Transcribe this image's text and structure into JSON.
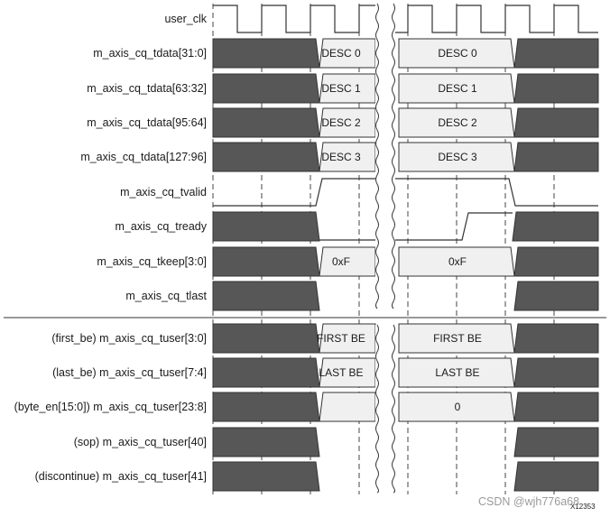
{
  "figure_id": "X12353",
  "watermark": "CSDN @wjh776a68",
  "signals": [
    {
      "name": "user_clk",
      "type": "clock"
    },
    {
      "name": "m_axis_cq_tdata[31:0]",
      "type": "bus",
      "value": "DESC 0",
      "value_cont": "DESC 0"
    },
    {
      "name": "m_axis_cq_tdata[63:32]",
      "type": "bus",
      "value": "DESC 1",
      "value_cont": "DESC 1"
    },
    {
      "name": "m_axis_cq_tdata[95:64]",
      "type": "bus",
      "value": "DESC 2",
      "value_cont": "DESC 2"
    },
    {
      "name": "m_axis_cq_tdata[127:96]",
      "type": "bus",
      "value": "DESC 3",
      "value_cont": "DESC 3"
    },
    {
      "name": "m_axis_cq_tvalid",
      "type": "valid"
    },
    {
      "name": "m_axis_cq_tready",
      "type": "ready"
    },
    {
      "name": "m_axis_cq_tkeep[3:0]",
      "type": "bus",
      "value": "0xF",
      "value_cont": "0xF"
    },
    {
      "name": "m_axis_cq_tlast",
      "type": "dontcare"
    },
    {
      "name": "(first_be) m_axis_cq_tuser[3:0]",
      "type": "bus",
      "value": "FIRST BE",
      "value_cont": "FIRST BE"
    },
    {
      "name": "(last_be) m_axis_cq_tuser[7:4]",
      "type": "bus",
      "value": "LAST BE",
      "value_cont": "LAST BE"
    },
    {
      "name": "(byte_en[15:0]) m_axis_cq_tuser[23:8]",
      "type": "bus",
      "value": "",
      "value_cont": "0"
    },
    {
      "name": "(sop) m_axis_cq_tuser[40]",
      "type": "dontcare"
    },
    {
      "name": "(discontinue) m_axis_cq_tuser[41]",
      "type": "dontcare"
    }
  ]
}
